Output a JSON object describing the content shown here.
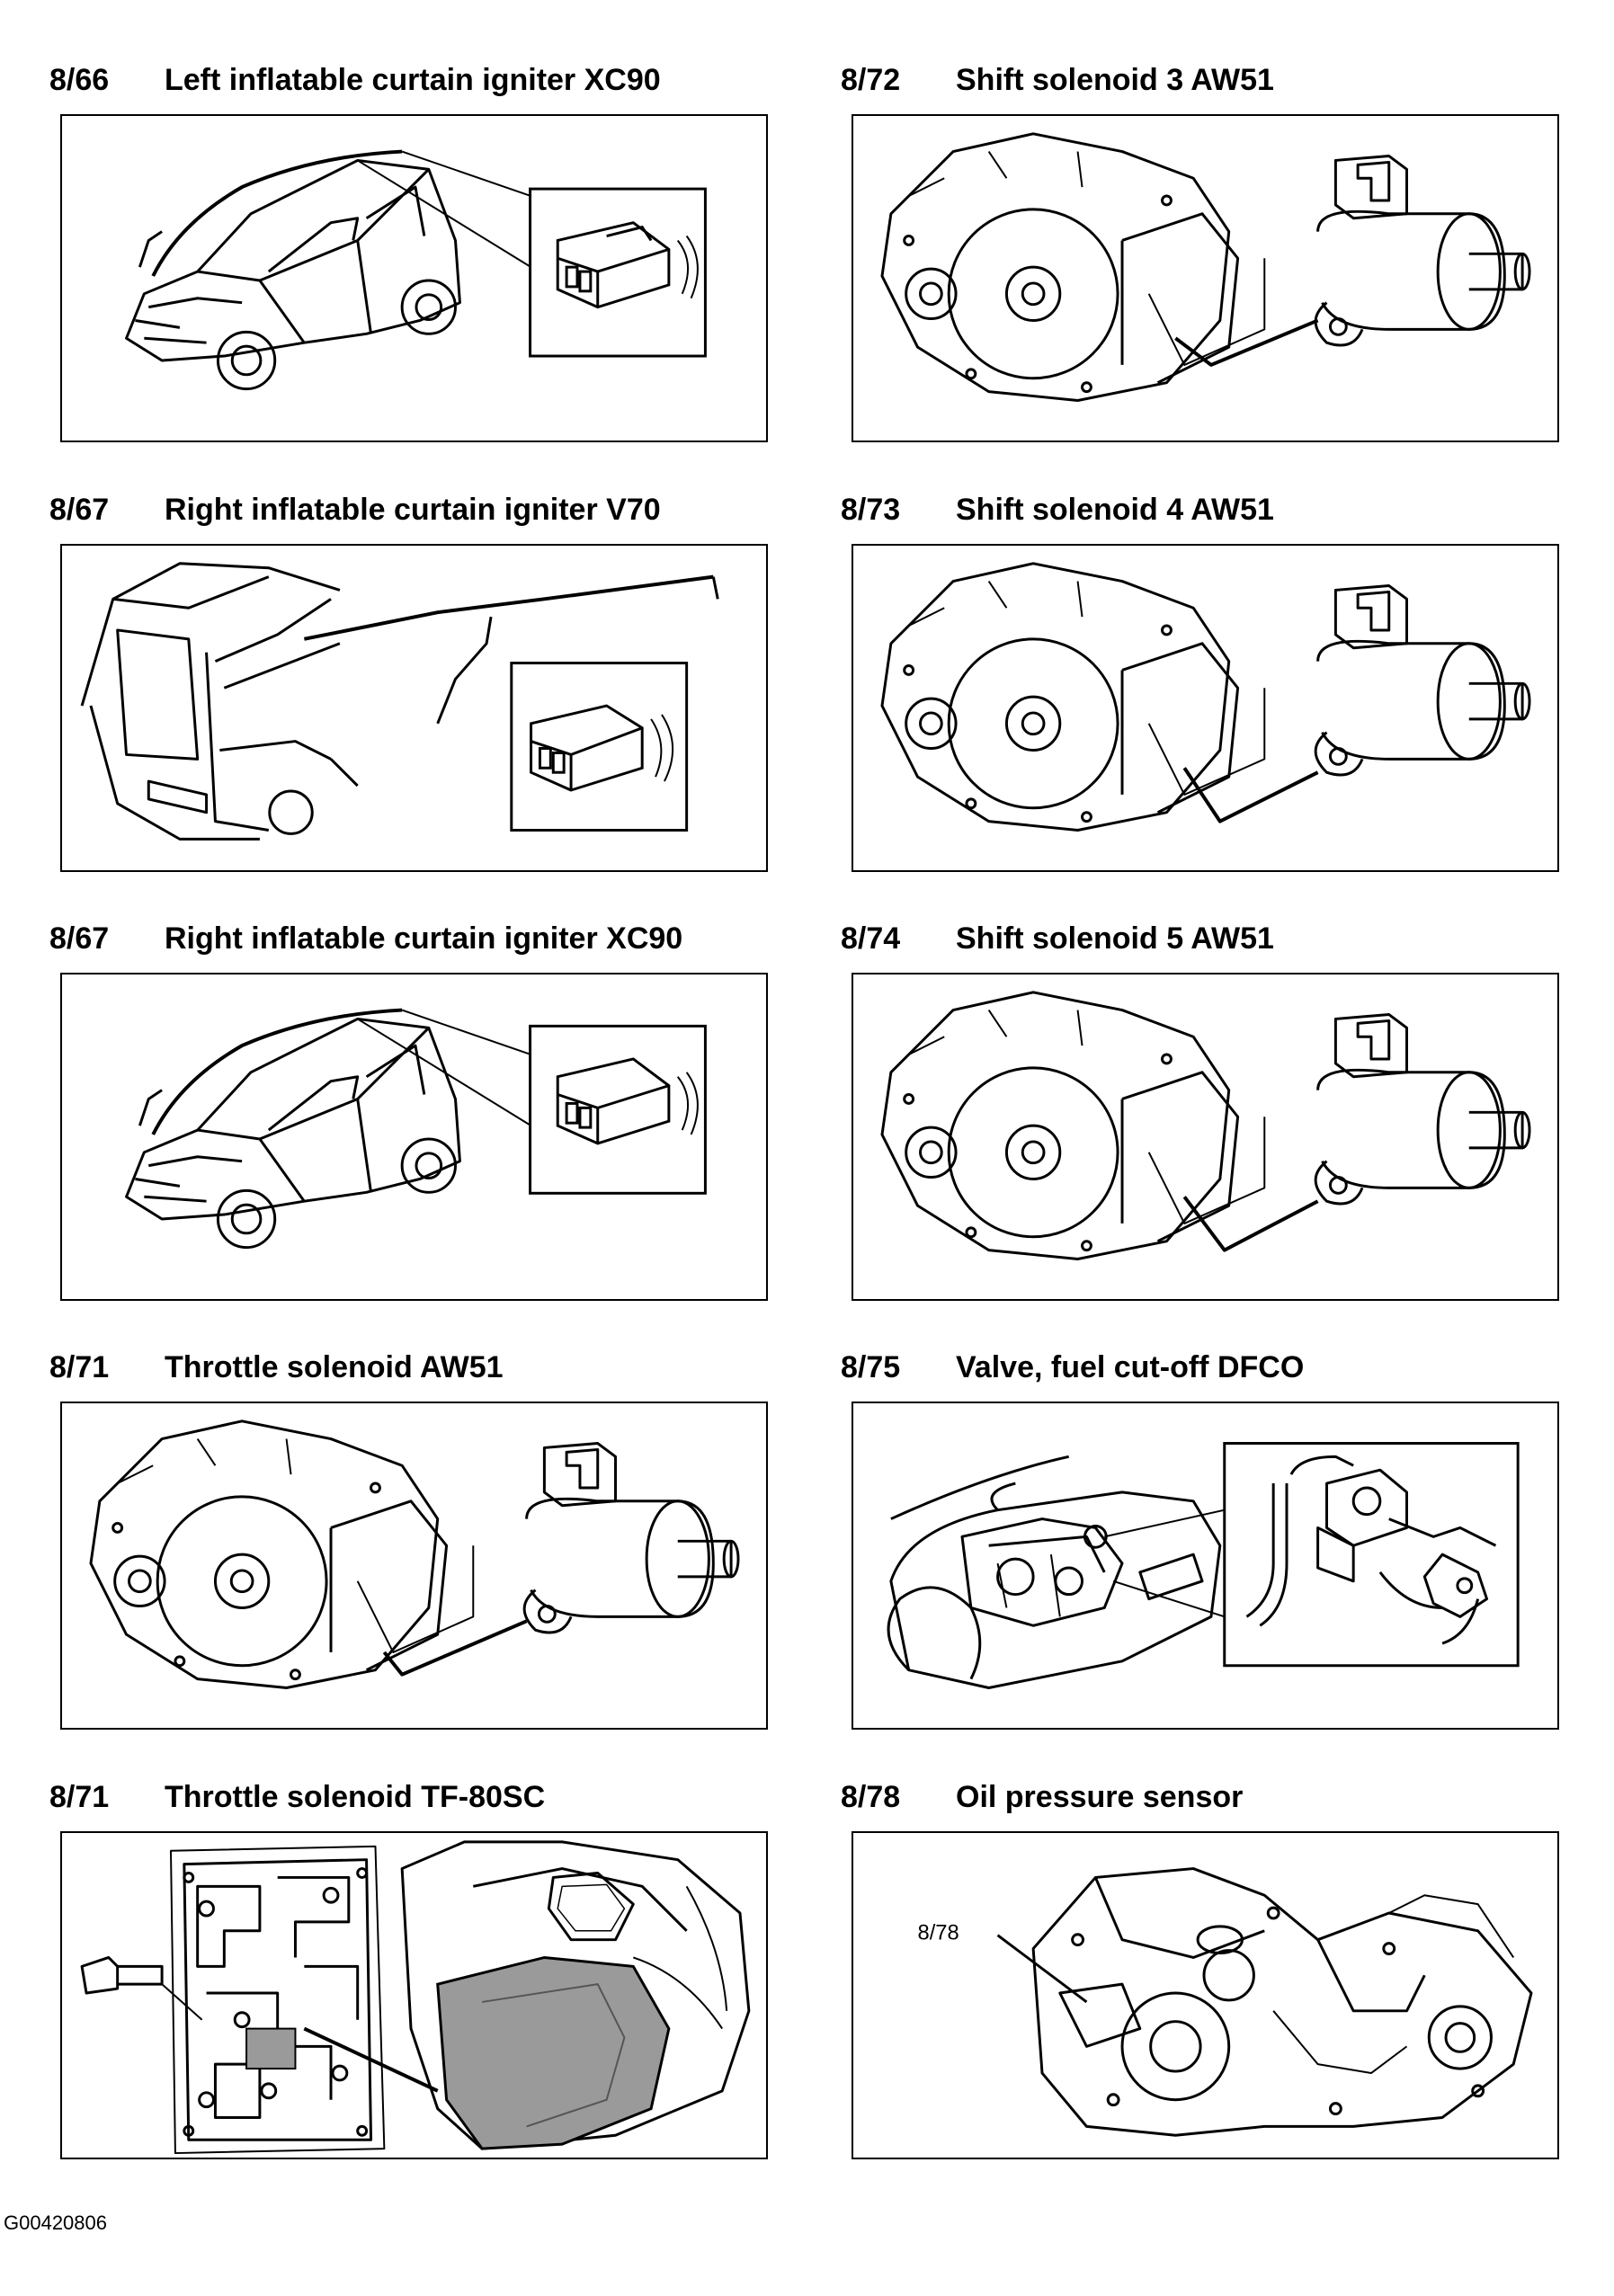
{
  "document_id": "G00420806",
  "panels": [
    {
      "number": "8/66",
      "title": "Left inflatable curtain igniter XC90",
      "illustration": "xc90-suv-curtain-igniter"
    },
    {
      "number": "8/67",
      "title": "Right inflatable curtain igniter V70",
      "illustration": "v70-wagon-rear-curtain-igniter"
    },
    {
      "number": "8/67",
      "title": "Right inflatable curtain igniter XC90",
      "illustration": "xc90-suv-curtain-igniter"
    },
    {
      "number": "8/71",
      "title": "Throttle solenoid AW51",
      "illustration": "transmission-with-solenoid"
    },
    {
      "number": "8/71",
      "title": "Throttle solenoid TF-80SC",
      "illustration": "valve-body-and-transmission-pan"
    },
    {
      "number": "8/72",
      "title": "Shift solenoid 3 AW51",
      "illustration": "transmission-with-solenoid"
    },
    {
      "number": "8/73",
      "title": "Shift solenoid 4 AW51",
      "illustration": "transmission-with-solenoid"
    },
    {
      "number": "8/74",
      "title": "Shift solenoid 5 AW51",
      "illustration": "transmission-with-solenoid"
    },
    {
      "number": "8/75",
      "title": "Valve, fuel cut-off DFCO",
      "illustration": "engine-bay-valve"
    },
    {
      "number": "8/78",
      "title": "Oil pressure sensor",
      "illustration": "transmission-oil-pressure-sensor",
      "callout": "8/78"
    }
  ]
}
